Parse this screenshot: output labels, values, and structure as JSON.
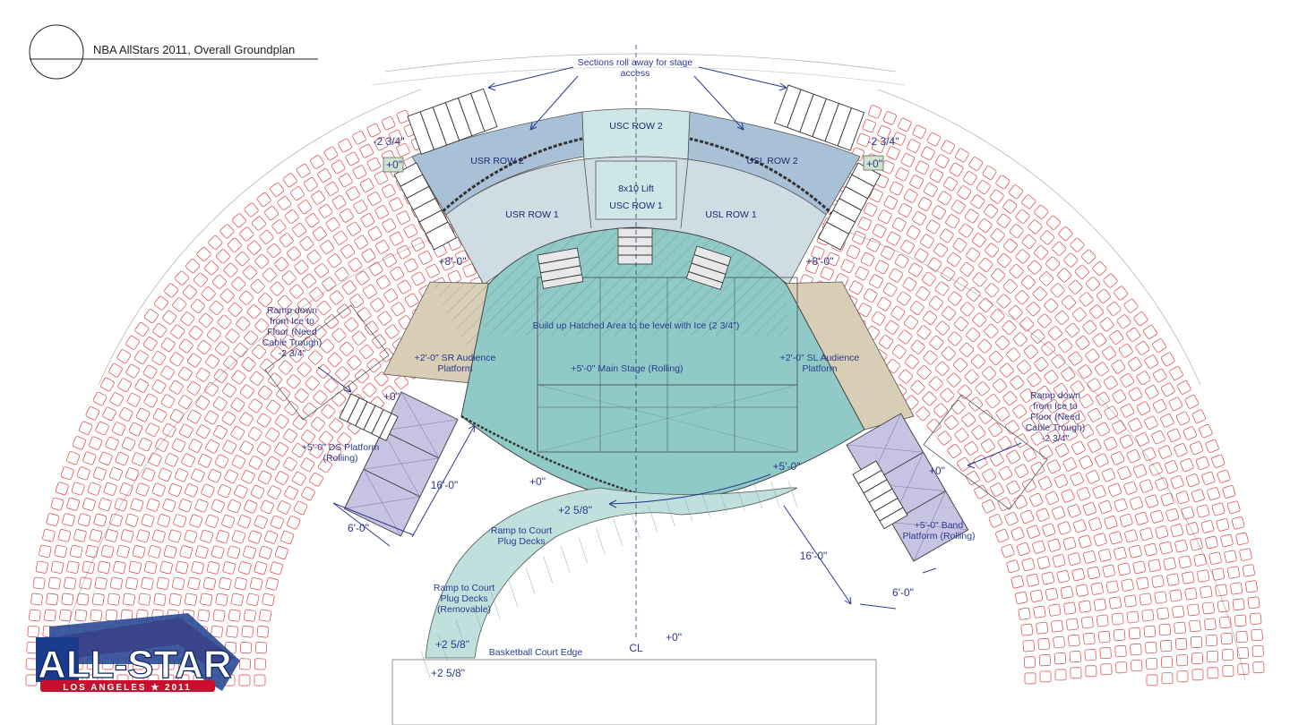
{
  "title": "NBA AllStars 2011, Overall Groundplan",
  "logo": {
    "main": "ALL-STAR",
    "sub": "LOS ANGELES ★ 2011"
  },
  "labels": {
    "sections_roll": "Sections roll away for stage",
    "sections_roll_2": "access",
    "usc_row2": "USC ROW 2",
    "usr_row2": "USR ROW 2",
    "usl_row2": "USL ROW 2",
    "lift": "8x10 Lift",
    "usc_row1": "USC ROW 1",
    "usr_row1": "USR ROW 1",
    "usl_row1": "USL ROW 1",
    "build_up": "Build up Hatched Area to be level with Ice (2 3/4\")",
    "main_stage": "+5'-0\" Main Stage (Rolling)",
    "sr_platform_1": "+2'-0\" SR Audience",
    "sr_platform_2": "Platform",
    "sl_platform_1": "+2'-0\" SL Audience",
    "sl_platform_2": "Platform",
    "ramp_left": [
      "Ramp down",
      "from Ice to",
      "Floor (Need",
      "Cable Trough)",
      "-2 3/4\""
    ],
    "ramp_right": [
      "Ramp down",
      "from Ice to",
      "Floor (Need",
      "Cable Trough)",
      "-2 3/4\""
    ],
    "ds_platform_1": "+5'-0\" DS Platform",
    "ds_platform_2": "(Rolling)",
    "band_platform_1": "+5'-0\" Band",
    "band_platform_2": "Platform (Rolling)",
    "ramp_court_1": [
      "Ramp to Court",
      "Plug Decks"
    ],
    "ramp_court_2": [
      "Ramp to Court",
      "Plug Decks",
      "(Removable)"
    ],
    "court_edge": "Basketball Court Edge",
    "centerline": "CL"
  },
  "elevations": {
    "neg_left": "-2 3/4\"",
    "neg_right": "-2 3/4\"",
    "zero_left_box": "+0\"",
    "zero_right_box": "+0\"",
    "eight_left": "+8'-0\"",
    "eight_right": "+8'-0\"",
    "zero_ds": "+0\"",
    "zero_front": "+0\"",
    "zero_right_ramp": "+0\"",
    "five_band": "+5'-0\"",
    "two58_a": "+2 5/8\"",
    "two58_b": "+2 5/8\"",
    "two58_c": "+2 5/8\"",
    "zero_court": "+0\""
  },
  "dimensions": {
    "left_16": "16'-0\"",
    "left_6": "6'-0\"",
    "right_16": "16'-0\"",
    "right_6": "6'-0\""
  },
  "colors": {
    "stage": "#8fcac6",
    "hatch": "#6fb3b0",
    "audience_platform": "#d8cdb5",
    "purple_platform": "#c7c3e3",
    "row2": "#a9c1d6",
    "row1": "#cfdce3",
    "usc_row2": "#cfe6e6",
    "ramp": "#bfe0dc",
    "seat": "#e23c3c",
    "annotation": "#2b3a8f"
  }
}
